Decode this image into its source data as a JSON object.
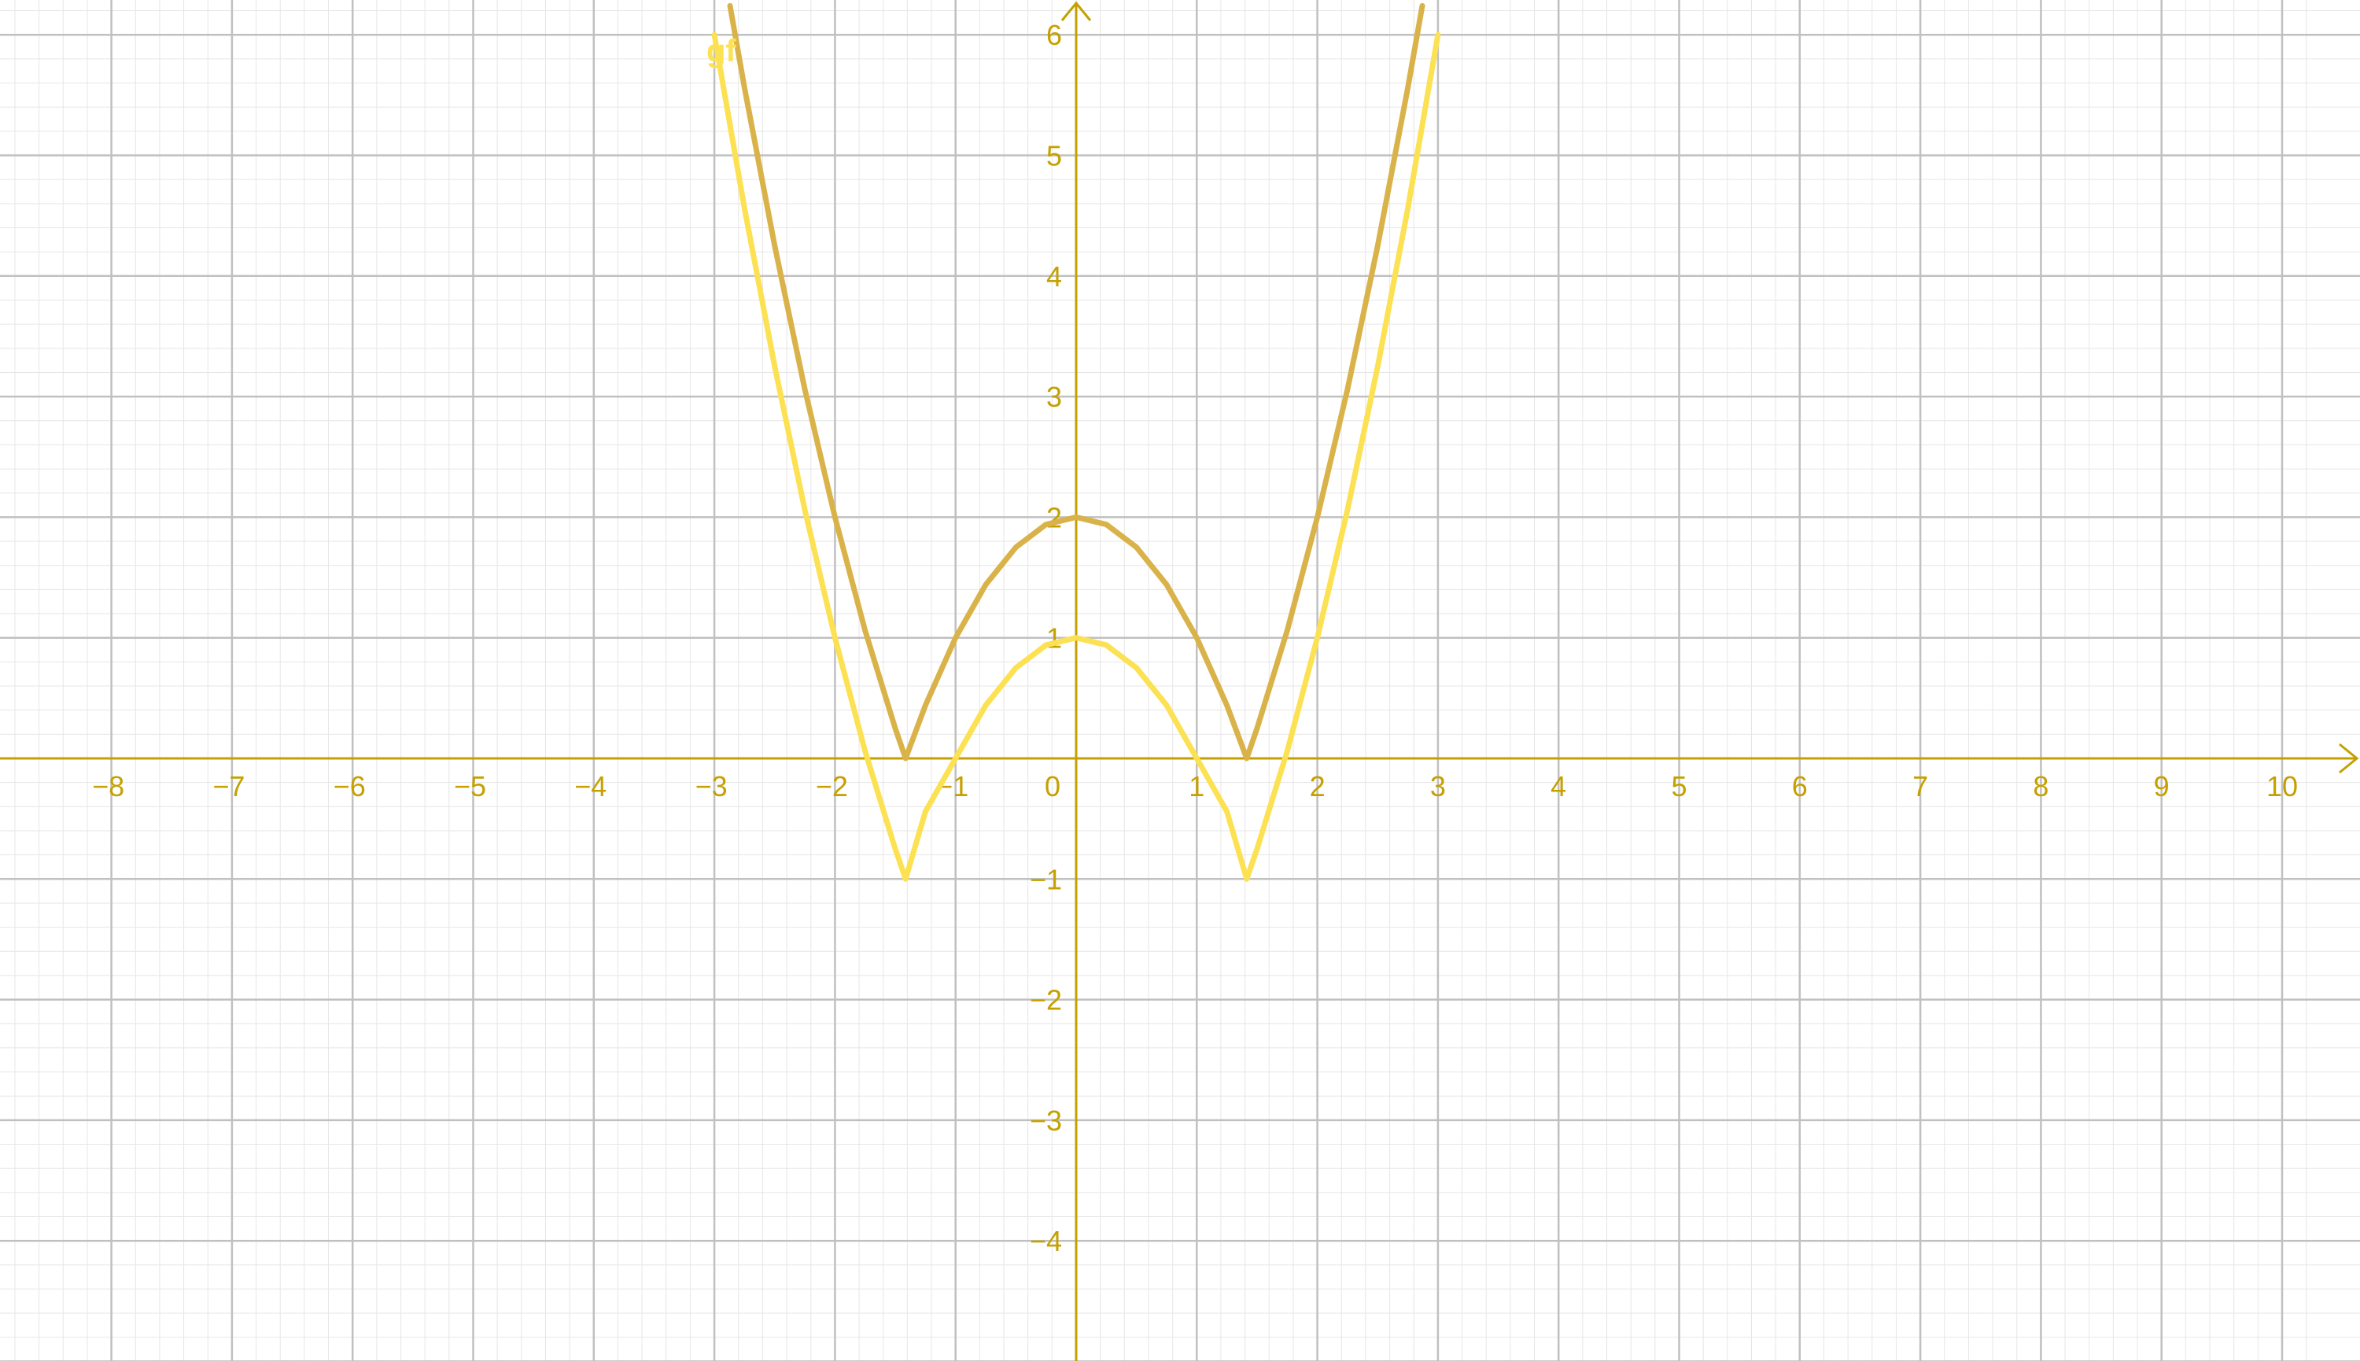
{
  "chart_data": {
    "type": "line",
    "title": "",
    "xlabel": "",
    "ylabel": "",
    "xlim": [
      -9.3,
      10.3
    ],
    "ylim": [
      -5.0,
      6.3
    ],
    "grid": true,
    "minor_grid": true,
    "x_ticks": [
      {
        "value": -8,
        "label": "−8"
      },
      {
        "value": -7,
        "label": "−7"
      },
      {
        "value": -6,
        "label": "−6"
      },
      {
        "value": -5,
        "label": "−5"
      },
      {
        "value": -4,
        "label": "−4"
      },
      {
        "value": -3,
        "label": "−3"
      },
      {
        "value": -2,
        "label": "−2"
      },
      {
        "value": -1,
        "label": "−1"
      },
      {
        "value": 0,
        "label": "0"
      },
      {
        "value": 1,
        "label": "1"
      },
      {
        "value": 2,
        "label": "2"
      },
      {
        "value": 3,
        "label": "3"
      },
      {
        "value": 4,
        "label": "4"
      },
      {
        "value": 5,
        "label": "5"
      },
      {
        "value": 6,
        "label": "6"
      },
      {
        "value": 7,
        "label": "7"
      },
      {
        "value": 8,
        "label": "8"
      },
      {
        "value": 9,
        "label": "9"
      },
      {
        "value": 10,
        "label": "10"
      }
    ],
    "y_ticks": [
      {
        "value": -4,
        "label": "−4"
      },
      {
        "value": -3,
        "label": "−3"
      },
      {
        "value": -2,
        "label": "−2"
      },
      {
        "value": -1,
        "label": "−1"
      },
      {
        "value": 1,
        "label": "1"
      },
      {
        "value": 2,
        "label": "2"
      },
      {
        "value": 3,
        "label": "3"
      },
      {
        "value": 4,
        "label": "4"
      },
      {
        "value": 5,
        "label": "5"
      },
      {
        "value": 6,
        "label": "6"
      }
    ],
    "series": [
      {
        "label": "gf",
        "color": "#fce153",
        "x": [
          -3.0,
          -2.75,
          -2.5,
          -2.25,
          -2.0,
          -1.75,
          -1.5,
          -1.414,
          -1.25,
          -1.0,
          -0.75,
          -0.5,
          -0.25,
          0.0,
          0.25,
          0.5,
          0.75,
          1.0,
          1.25,
          1.414,
          1.5,
          1.75,
          2.0,
          2.25,
          2.5,
          2.75,
          3.0
        ],
        "values": [
          6.0,
          4.56,
          3.25,
          2.06,
          1.0,
          0.06,
          -0.75,
          -1.0,
          -0.44,
          0.0,
          0.44,
          0.75,
          0.94,
          1.0,
          0.94,
          0.75,
          0.44,
          0.0,
          -0.44,
          -1.0,
          -0.75,
          0.06,
          1.0,
          2.06,
          3.25,
          4.56,
          6.0
        ]
      },
      {
        "label": "",
        "color": "#d9b34a",
        "x": [
          -2.87,
          -2.75,
          -2.5,
          -2.25,
          -2.0,
          -1.75,
          -1.5,
          -1.414,
          -1.25,
          -1.0,
          -0.75,
          -0.5,
          -0.25,
          0.0,
          0.25,
          0.5,
          0.75,
          1.0,
          1.25,
          1.414,
          1.5,
          1.75,
          2.0,
          2.25,
          2.5,
          2.75,
          2.87
        ],
        "values": [
          6.24,
          5.56,
          4.25,
          3.06,
          2.0,
          1.06,
          0.25,
          0.0,
          0.44,
          1.0,
          1.44,
          1.75,
          1.94,
          2.0,
          1.94,
          1.75,
          1.44,
          1.0,
          0.44,
          0.0,
          0.25,
          1.06,
          2.0,
          3.06,
          4.25,
          5.56,
          6.24
        ]
      }
    ]
  },
  "colors": {
    "axis": "#c5a000",
    "major_grid": "#c0c0c0",
    "minor_grid": "#e6e6e6"
  }
}
